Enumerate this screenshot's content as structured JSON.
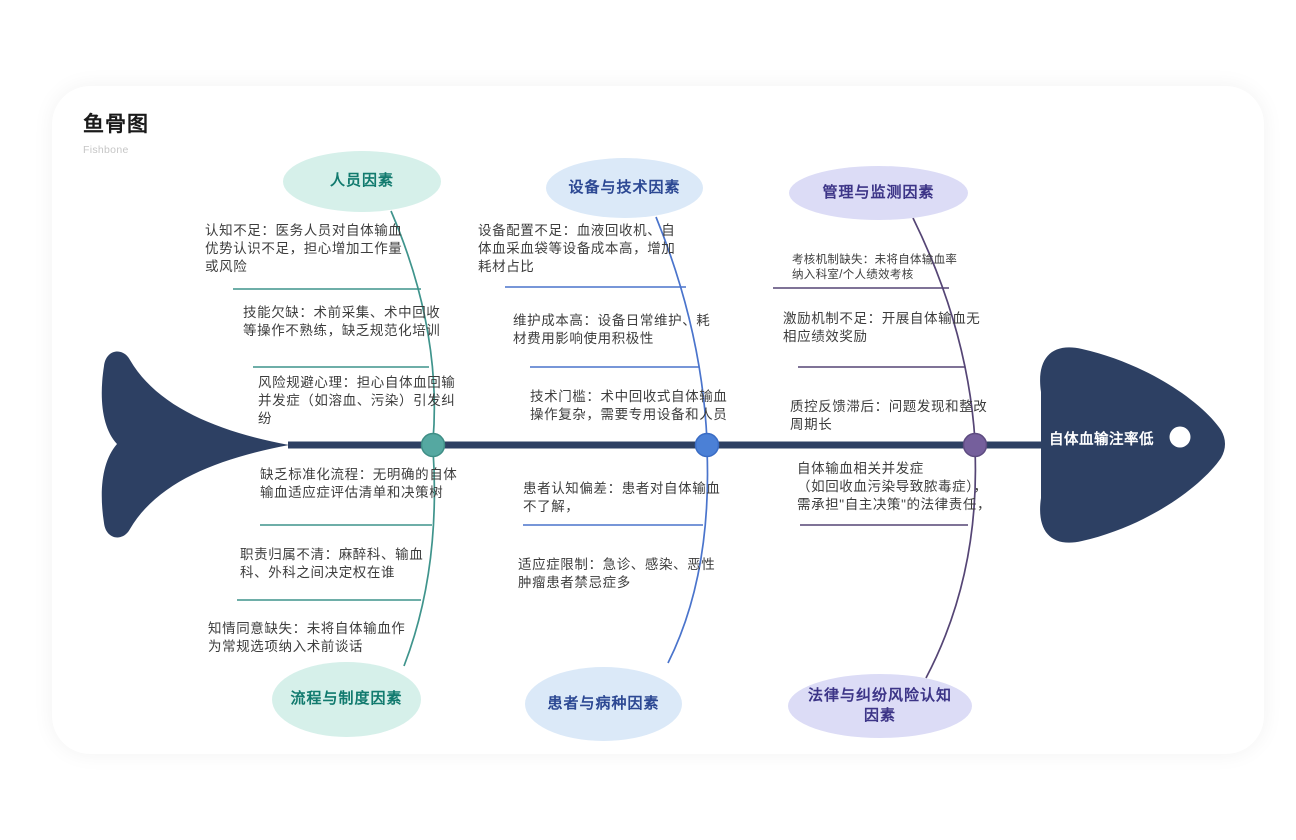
{
  "title": {
    "main": "鱼骨图",
    "sub": "Fishbone"
  },
  "effect": {
    "label": "自体血输注率低"
  },
  "colors": {
    "spine": "#2d4063",
    "teal": {
      "line": "#3f948c",
      "node": "#55a8a1",
      "node_stroke": "#3f8e86",
      "bubble": "#d6f0ea",
      "text": "#117a6e"
    },
    "blue": {
      "line": "#4a74cc",
      "node": "#4b80d6",
      "node_stroke": "#3a6cc4",
      "bubble": "#dbe9f8",
      "text": "#2c4893"
    },
    "purple": {
      "line": "#554575",
      "node": "#755f9c",
      "node_stroke": "#5d4b80",
      "bubble": "#dcdcf6",
      "text": "#3c3487"
    }
  },
  "branches": [
    {
      "label": "人员因素",
      "position": "top",
      "theme": "teal",
      "items": [
        "认知不足：医务人员对自体输血\n优势认识不足，担心增加工作量\n或风险",
        "技能欠缺：术前采集、术中回收\n等操作不熟练，缺乏规范化培训",
        "风险规避心理：担心自体血回输\n并发症（如溶血、污染）引发纠\n纷"
      ]
    },
    {
      "label": "设备与技术因素",
      "position": "top",
      "theme": "blue",
      "items": [
        "设备配置不足：血液回收机、自\n体血采血袋等设备成本高，增加\n耗材占比",
        "维护成本高：设备日常维护、耗\n材费用影响使用积极性",
        "技术门槛：术中回收式自体输血\n操作复杂，需要专用设备和人员"
      ]
    },
    {
      "label": "管理与监测因素",
      "position": "top",
      "theme": "purple",
      "items": [
        "考核机制缺失：未将自体输血率\n纳入科室/个人绩效考核",
        "激励机制不足：开展自体输血无\n相应绩效奖励",
        "质控反馈滞后：问题发现和整改\n周期长"
      ]
    },
    {
      "label": "流程与制度因素",
      "position": "bottom",
      "theme": "teal",
      "items": [
        "缺乏标准化流程：无明确的自体\n输血适应症评估清单和决策树",
        "职责归属不清：麻醉科、输血\n科、外科之间决定权在谁",
        "知情同意缺失：未将自体输血作\n为常规选项纳入术前谈话"
      ]
    },
    {
      "label": "患者与病种因素",
      "position": "bottom",
      "theme": "blue",
      "items": [
        "患者认知偏差：患者对自体输血\n不了解，",
        "适应症限制：急诊、感染、恶性\n肿瘤患者禁忌症多"
      ]
    },
    {
      "label": "法律与纠纷风险认知因素",
      "position": "bottom",
      "theme": "purple",
      "items": [
        "自体输血相关并发症\n（如回收血污染导致脓毒症），\n需承担\"自主决策\"的法律责任，"
      ]
    }
  ]
}
